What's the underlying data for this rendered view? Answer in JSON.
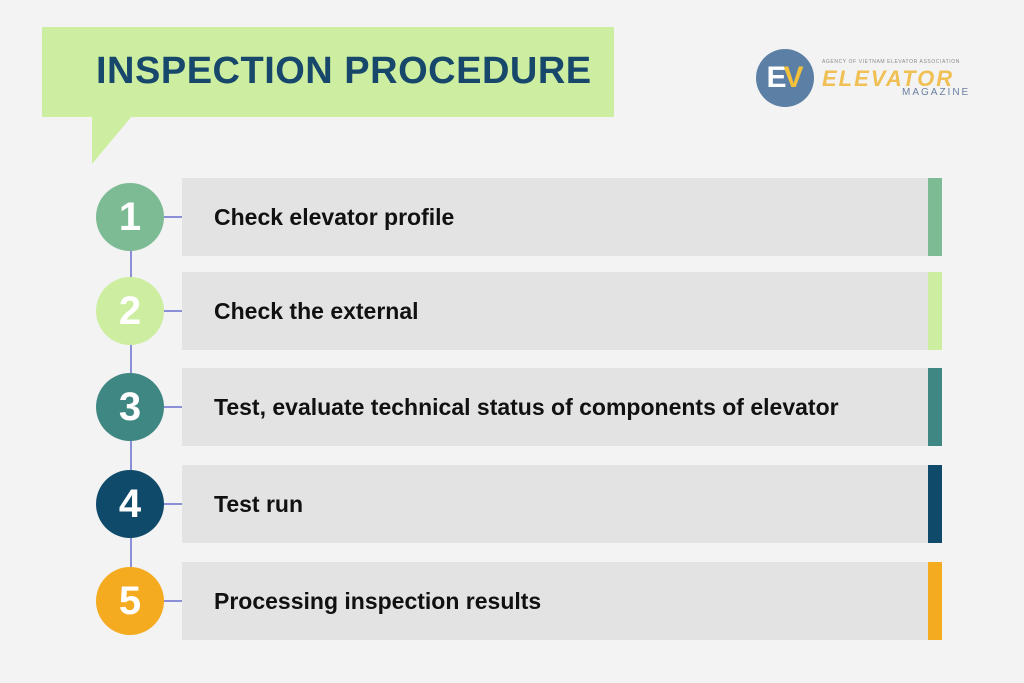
{
  "title": "INSPECTION PROCEDURE",
  "logo": {
    "monogram_e": "E",
    "monogram_v": "V",
    "small_text": "AGENCY OF VIETNAM ELEVATOR ASSOCIATION",
    "word": "ELEVATOR",
    "sub": "MAGAZINE"
  },
  "colors": {
    "title_bg": "#cdeea0",
    "title_text": "#17476b",
    "connector": "#8b8fd8"
  },
  "steps": [
    {
      "number": "1",
      "label": "Check elevator profile",
      "color": "#7dbb94"
    },
    {
      "number": "2",
      "label": "Check the external",
      "color": "#cdeea0"
    },
    {
      "number": "3",
      "label": "Test, evaluate technical status of components of elevator",
      "color": "#3f8782"
    },
    {
      "number": "4",
      "label": "Test run",
      "color": "#0f4a6b"
    },
    {
      "number": "5",
      "label": "Processing inspection results",
      "color": "#f5ab20"
    }
  ]
}
